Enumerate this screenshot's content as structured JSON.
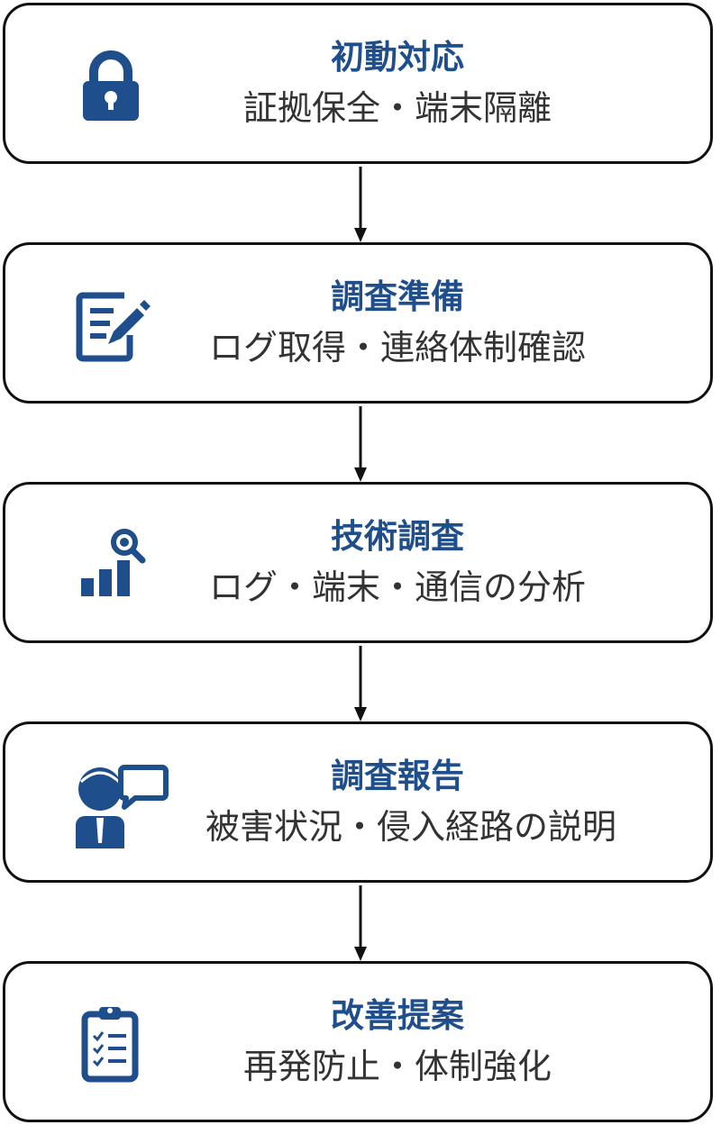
{
  "steps": [
    {
      "title": "初動対応",
      "desc": "証拠保全・端末隔離",
      "icon": "lock-icon"
    },
    {
      "title": "調査準備",
      "desc": "ログ取得・連絡体制確認",
      "icon": "edit-document-icon"
    },
    {
      "title": "技術調査",
      "desc": "ログ・端末・通信の分析",
      "icon": "analytics-search-icon"
    },
    {
      "title": "調査報告",
      "desc": "被害状況・侵入経路の説明",
      "icon": "presenter-speech-icon"
    },
    {
      "title": "改善提案",
      "desc": "再発防止・体制強化",
      "icon": "clipboard-checklist-icon"
    }
  ],
  "colors": {
    "accent": "#1f4e8c",
    "border": "#111111",
    "text": "#333333"
  }
}
